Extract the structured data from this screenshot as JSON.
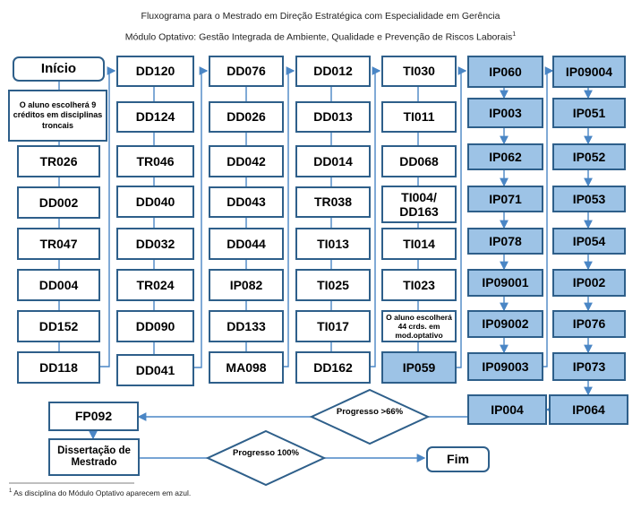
{
  "title_line1": "Fluxograma para o Mestrado em Direção Estratégica com Especialidade em Gerência",
  "title_line2": "Módulo Optativo: Gestão Integrada de Ambiente, Qualidade e Prevenção de Riscos Laborais",
  "title_note_mark": "1",
  "start": "Início",
  "intro_note": "O aluno escolherá 9 créditos em disciplinas troncais",
  "column1": [
    "TR026",
    "DD002",
    "TR047",
    "DD004",
    "DD152",
    "DD118"
  ],
  "column2": [
    "DD120",
    "DD124",
    "TR046",
    "DD040",
    "DD032",
    "TR024",
    "DD090",
    "DD041"
  ],
  "column3": [
    "DD076",
    "DD026",
    "DD042",
    "DD043",
    "DD044",
    "IP082",
    "DD133",
    "MA098"
  ],
  "column4": [
    "DD012",
    "DD013",
    "DD014",
    "TR038",
    "TI013",
    "TI025",
    "TI017",
    "DD162"
  ],
  "column5": [
    "TI030",
    "TI011",
    "DD068",
    "TI004/ DD163",
    "TI014",
    "TI023"
  ],
  "optional_note": "O aluno escolherá 44 crds. em mod.optativo",
  "column5_last": "IP059",
  "column6": [
    "IP060",
    "IP003",
    "IP062",
    "IP071",
    "IP078",
    "IP09001",
    "IP09002",
    "IP09003",
    "IP004"
  ],
  "column7": [
    "IP09004",
    "IP051",
    "IP052",
    "IP053",
    "IP054",
    "IP002",
    "IP076",
    "IP073",
    "IP064"
  ],
  "decision1": "Progresso >66%",
  "decision2": "Progresso 100%",
  "fp": "FP092",
  "thesis": "Dissertação de Mestrado",
  "end": "Fim",
  "footnote_mark": "1",
  "footnote": "As disciplina do Módulo Optativo aparecem em azul.",
  "colors": {
    "border": "#2e5f8a",
    "optional_fill": "#9dc3e6",
    "arrow": "#4a86c5"
  }
}
